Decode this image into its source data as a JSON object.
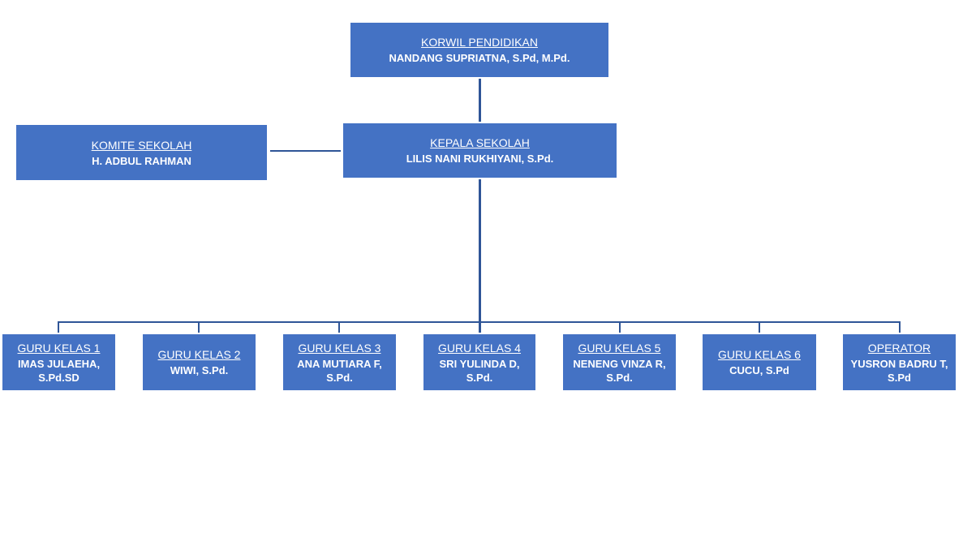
{
  "korwil": {
    "title": "KORWIL PENDIDIKAN",
    "name": "NANDANG SUPRIATNA, S.Pd, M.Pd."
  },
  "komite": {
    "title": "KOMITE SEKOLAH",
    "name": "H. ADBUL RAHMAN"
  },
  "kepala": {
    "title": "KEPALA SEKOLAH",
    "name": "LILIS NANI RUKHIYANI, S.Pd."
  },
  "staff": [
    {
      "title": "GURU KELAS 1",
      "name": "IMAS JULAEHA,\nS.Pd.SD"
    },
    {
      "title": "GURU KELAS 2",
      "name": "WIWI, S.Pd."
    },
    {
      "title": "GURU KELAS 3",
      "name": "ANA MUTIARA F,\nS.Pd."
    },
    {
      "title": "GURU KELAS 4",
      "name": "SRI YULINDA D,\nS.Pd."
    },
    {
      "title": "GURU KELAS 5",
      "name": "NENENG VINZA R,\nS.Pd."
    },
    {
      "title": "GURU KELAS 6",
      "name": "CUCU, S.Pd"
    },
    {
      "title": "OPERATOR",
      "name": "YUSRON BADRU T,\nS.Pd"
    }
  ],
  "colors": {
    "box": "#4472c4",
    "connector": "#2f5597",
    "text": "#ffffff"
  }
}
